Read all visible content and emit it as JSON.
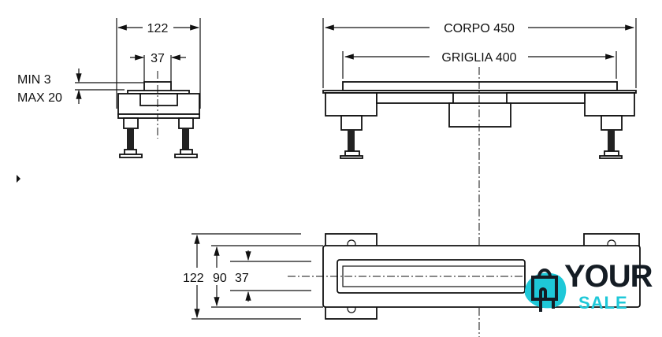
{
  "front_view": {
    "width_label": "122",
    "grate_label": "37",
    "min_label": "MIN 3",
    "max_label": "MAX 20"
  },
  "side_view": {
    "body_label": "CORPO 450",
    "grate_label": "GRIGLIA 400"
  },
  "plan_view": {
    "outer_label": "122",
    "mid_label": "90",
    "inner_label": "37"
  },
  "logo": {
    "line1": "YOUR",
    "line2": "SALE",
    "accent": "#1ec8d8",
    "dark": "#141c24"
  }
}
